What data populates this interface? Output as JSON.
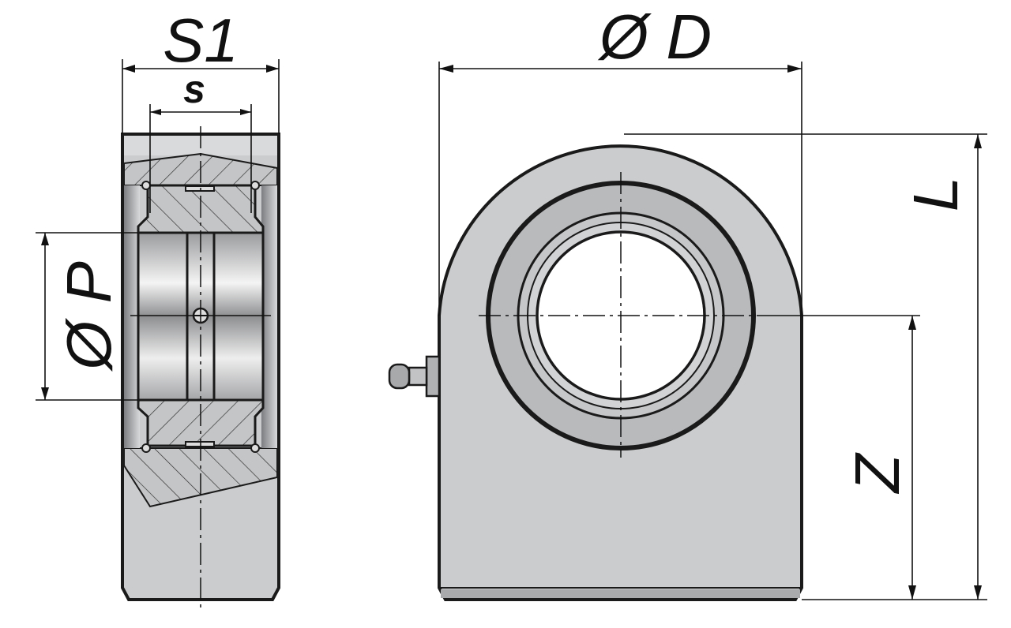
{
  "labels": {
    "s1": "S1",
    "s": "s",
    "diameter_d": "Ø D",
    "diameter_p": "Ø P",
    "l": "L",
    "z": "Z"
  },
  "colors": {
    "body": "#c9cacc",
    "outline": "#1a1a1a",
    "background": "#ffffff"
  }
}
